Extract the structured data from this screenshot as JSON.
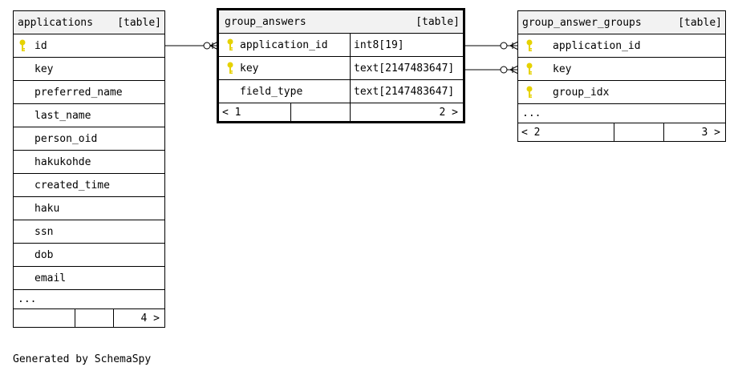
{
  "tables": {
    "applications": {
      "name": "applications",
      "kind": "[table]",
      "columns": [
        "id",
        "key",
        "preferred_name",
        "last_name",
        "person_oid",
        "hakukohde",
        "created_time",
        "haku",
        "ssn",
        "dob",
        "email"
      ],
      "more": "...",
      "foot_right": "4 >"
    },
    "group_answers": {
      "name": "group_answers",
      "kind": "[table]",
      "columns": [
        {
          "name": "application_id",
          "type": "int8[19]"
        },
        {
          "name": "key",
          "type": "text[2147483647]"
        },
        {
          "name": "field_type",
          "type": "text[2147483647]"
        }
      ],
      "foot_left": "< 1",
      "foot_right": "2 >"
    },
    "group_answer_groups": {
      "name": "group_answer_groups",
      "kind": "[table]",
      "columns": [
        "application_id",
        "key",
        "group_idx"
      ],
      "more": "...",
      "foot_left": "< 2",
      "foot_right": "3 >"
    }
  },
  "footer": "Generated by SchemaSpy",
  "colors": {
    "key_icon": "#e6d200",
    "header_bg": "#f2f2f2"
  }
}
